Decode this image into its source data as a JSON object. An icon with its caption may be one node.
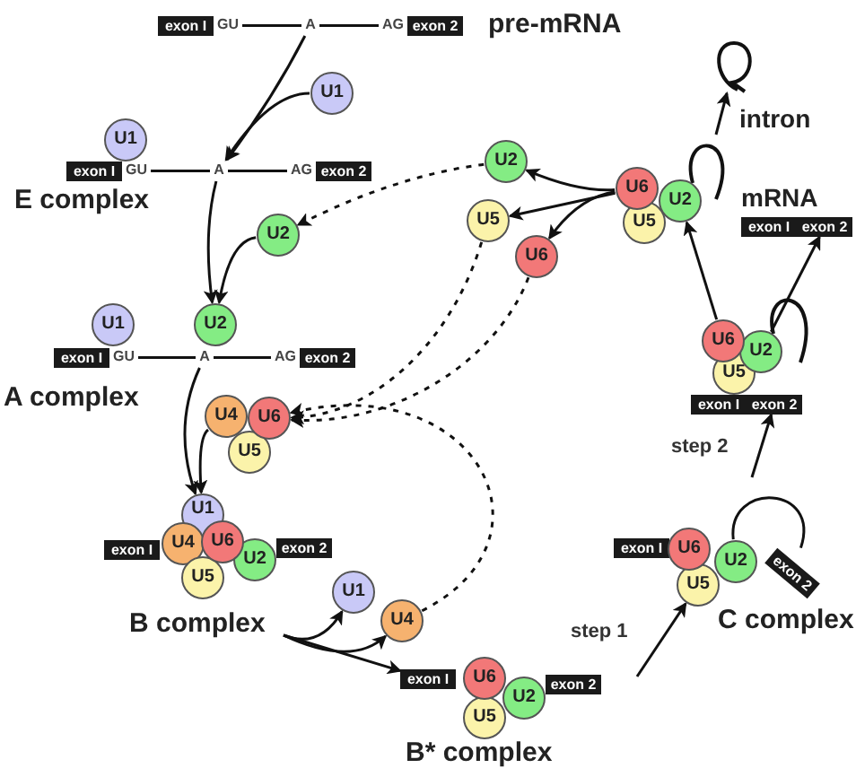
{
  "diagram": {
    "nodes": [
      {
        "text": [
          "GU",
          "A",
          "AG"
        ],
        "beside": [
          "pre-mRNA"
        ]
      },
      {
        "text": [
          "exon I"
        ],
        "in": 0
      },
      {
        "text": [
          "exon 2"
        ],
        "in": 0
      },
      {
        "text": [
          "U1"
        ]
      },
      {
        "text": [
          "GU",
          "A",
          "AG"
        ],
        "beside": [
          "E complex"
        ]
      },
      {
        "text": [
          "exon I"
        ],
        "in": 4
      },
      {
        "text": [
          "exon 2"
        ],
        "in": 4
      },
      {
        "text": [
          "U1"
        ]
      },
      {
        "text": [
          "U2"
        ]
      },
      {
        "text": [
          "GU",
          "A",
          "AG"
        ],
        "beside": [
          "A complex"
        ]
      },
      {
        "text": [
          "exon I"
        ],
        "in": 9
      },
      {
        "text": [
          "exon 2"
        ],
        "in": 9
      },
      {
        "text": [
          "U1"
        ]
      },
      {
        "text": [
          "U2"
        ]
      },
      {
        "text": [
          "U4"
        ]
      },
      {
        "text": [
          "U6"
        ]
      },
      {
        "text": [
          "U5"
        ]
      },
      {
        "text": [
          "exon I"
        ]
      },
      {
        "text": [
          "U1"
        ]
      },
      {
        "text": [
          "U4"
        ]
      },
      {
        "text": [
          "U6"
        ]
      },
      {
        "text": [
          "U5"
        ]
      },
      {
        "text": [
          "U2"
        ]
      },
      {
        "text": [
          "exon 2"
        ]
      },
      {
        "text": [
          "U1"
        ]
      },
      {
        "text": [
          "U4"
        ]
      },
      {
        "text": [
          "exon I"
        ]
      },
      {
        "text": [
          "U6"
        ]
      },
      {
        "text": [
          "U2"
        ]
      },
      {
        "text": [
          "U5"
        ]
      },
      {
        "text": [
          "exon 2"
        ]
      },
      {
        "text": [
          "exon I"
        ]
      },
      {
        "text": [
          "U6"
        ]
      },
      {
        "text": [
          "U2"
        ]
      },
      {
        "text": [
          "U5"
        ]
      },
      {
        "text": [
          "exon 2"
        ]
      },
      {
        "text": [
          "exon I"
        ]
      },
      {
        "text": [
          "exon 2"
        ]
      },
      {
        "text": [
          "U6"
        ]
      },
      {
        "text": [
          "U2"
        ]
      },
      {
        "text": [
          "U5"
        ]
      },
      {
        "text": [
          "U6"
        ]
      },
      {
        "text": [
          "U2"
        ]
      },
      {
        "text": [
          "U5"
        ]
      },
      {
        "text": [],
        "shape": "loop",
        "beside": [
          "intron"
        ]
      },
      {
        "text": [
          "exon I"
        ]
      },
      {
        "text": [
          "exon 2"
        ]
      },
      {
        "text": [
          "U2"
        ]
      },
      {
        "text": [
          "U5"
        ]
      },
      {
        "text": [
          "U6"
        ]
      }
    ],
    "edges": [
      {
        "from": 0,
        "to": 4,
        "arrow": "to"
      },
      {
        "from": 3,
        "to": 4,
        "arrow": "to"
      },
      {
        "from": 4,
        "to": 13,
        "arrow": "to"
      },
      {
        "from": 8,
        "to": 13,
        "arrow": "to"
      },
      {
        "from": 9,
        "to": 18,
        "arrow": "to"
      },
      {
        "from": 14,
        "to": 18,
        "arrow": "to"
      },
      {
        "from": null,
        "to": 24,
        "arrow": "to"
      },
      {
        "from": null,
        "to": 25,
        "arrow": "to"
      },
      {
        "from": null,
        "to": 26,
        "arrow": "to"
      },
      {
        "from": null,
        "to": 34,
        "arrow": "to",
        "label": "step 1"
      },
      {
        "from": null,
        "to": 37,
        "arrow": "to",
        "label": "step 2"
      },
      {
        "from": 38,
        "to": 42,
        "arrow": "to"
      },
      {
        "from": 39,
        "to": 46,
        "arrow": "to"
      },
      {
        "from": null,
        "to": 44,
        "arrow": "to"
      },
      {
        "from": 41,
        "to": 47,
        "arrow": "to"
      },
      {
        "from": 41,
        "to": 48,
        "arrow": "to"
      },
      {
        "from": 41,
        "to": 49,
        "arrow": "to"
      },
      {
        "from": 47,
        "to": 8,
        "arrow": "to",
        "style": "dashed"
      },
      {
        "from": 48,
        "to": 15,
        "arrow": "to",
        "style": "dashed"
      },
      {
        "from": 49,
        "to": 15,
        "arrow": "to",
        "style": "dashed"
      },
      {
        "from": 25,
        "to": 15,
        "arrow": "to",
        "style": "dashed"
      },
      {
        "from": 33,
        "to": 35,
        "arrow": "none"
      }
    ],
    "labels": [
      "B complex",
      "B* complex",
      "C complex",
      "mRNA"
    ]
  }
}
